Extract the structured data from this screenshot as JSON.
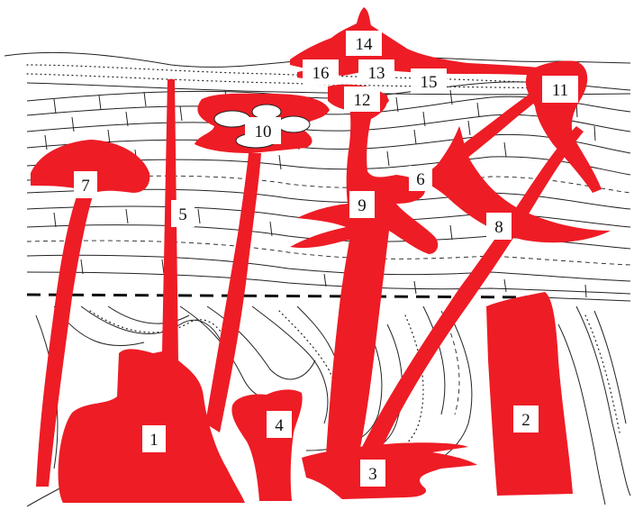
{
  "colors": {
    "intrusion": "#ee1c25",
    "line": "#222222",
    "background": "#ffffff",
    "label_box": "#ffffff"
  },
  "labels": {
    "l1": "1",
    "l2": "2",
    "l3": "3",
    "l4": "4",
    "l5": "5",
    "l6": "6",
    "l7": "7",
    "l8": "8",
    "l9": "9",
    "l10": "10",
    "l11": "11",
    "l12": "12",
    "l13": "13",
    "l14": "14",
    "l15": "15",
    "l16": "16"
  }
}
